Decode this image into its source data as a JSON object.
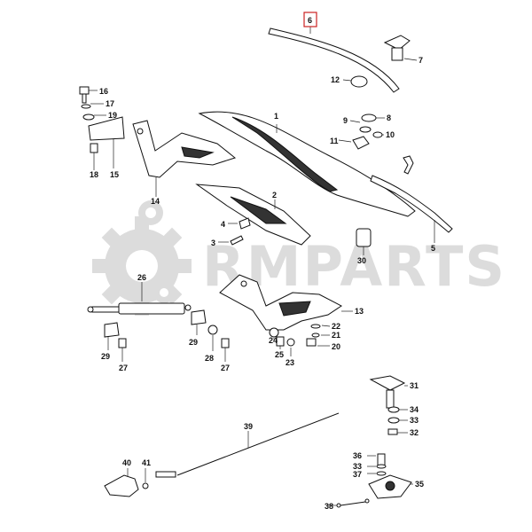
{
  "watermark": {
    "text": "RMPARTS",
    "color": "#dcdcdc"
  },
  "highlight_color": "#cc2222",
  "highlighted_part": "6",
  "part_numbers": [
    "1",
    "2",
    "3",
    "4",
    "5",
    "6",
    "7",
    "8",
    "9",
    "10",
    "11",
    "12",
    "13",
    "14",
    "15",
    "16",
    "17",
    "18",
    "19",
    "20",
    "21",
    "22",
    "23",
    "24",
    "25",
    "26",
    "27",
    "28",
    "29",
    "30",
    "31",
    "32",
    "33",
    "34",
    "35",
    "36",
    "37",
    "38",
    "39",
    "40",
    "41"
  ]
}
